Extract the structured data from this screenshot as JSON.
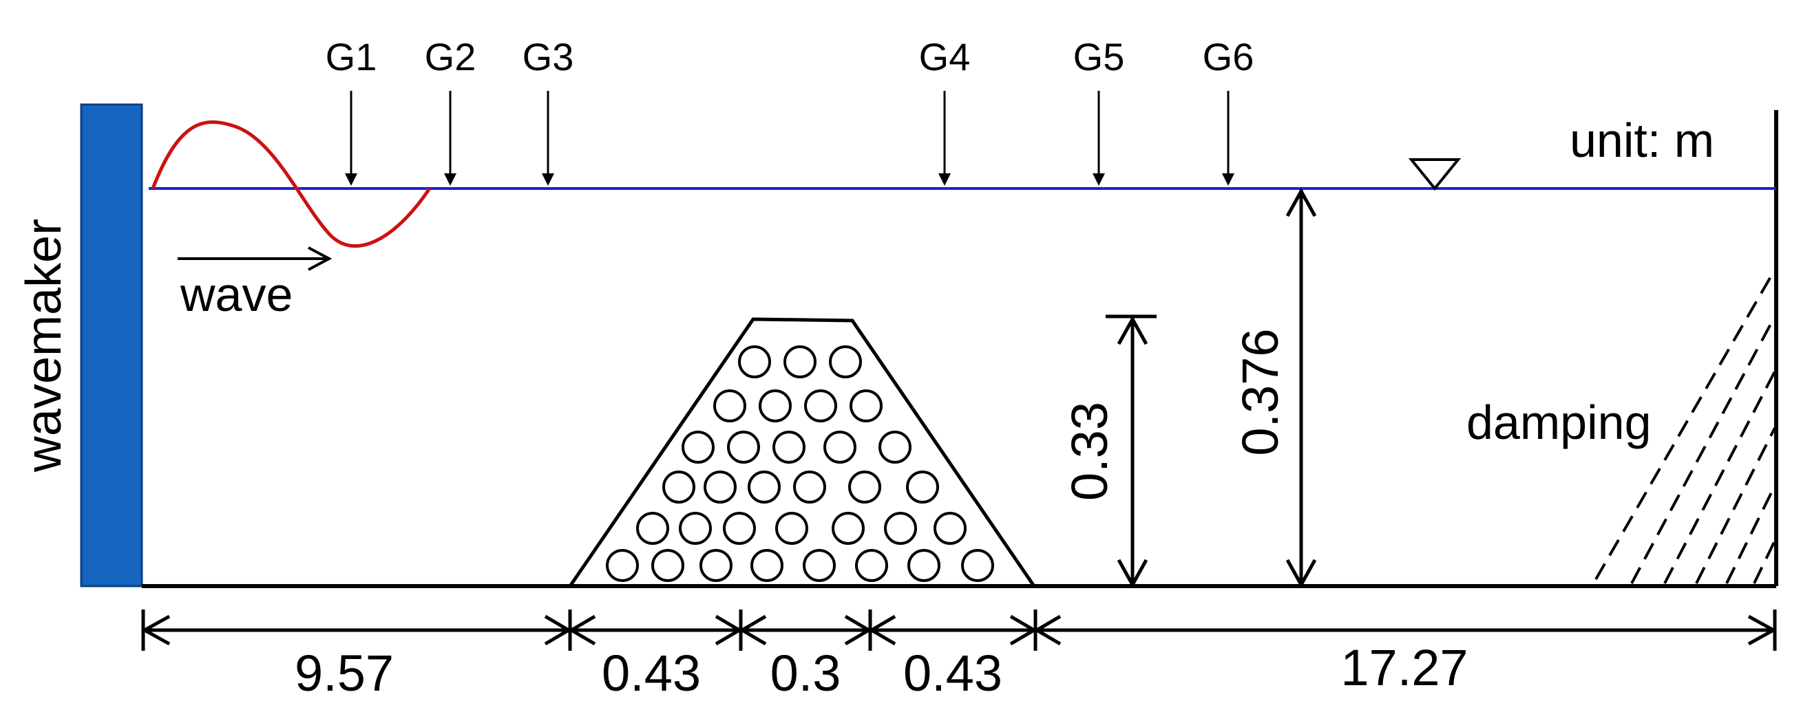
{
  "wavemaker": {
    "label": "wavemaker",
    "color": "#1565C0"
  },
  "gauges": [
    "G1",
    "G2",
    "G3",
    "G4",
    "G5",
    "G6"
  ],
  "unit_label": "unit: m",
  "wave_label": "wave",
  "damping_label": "damping",
  "dimensions": {
    "horizontal": [
      "9.57",
      "0.43",
      "0.3",
      "0.43",
      "17.27"
    ],
    "structure_height": "0.33",
    "water_depth": "0.376"
  },
  "colors": {
    "water_surface": "#2020D0",
    "incident_wave": "#CC1111"
  }
}
